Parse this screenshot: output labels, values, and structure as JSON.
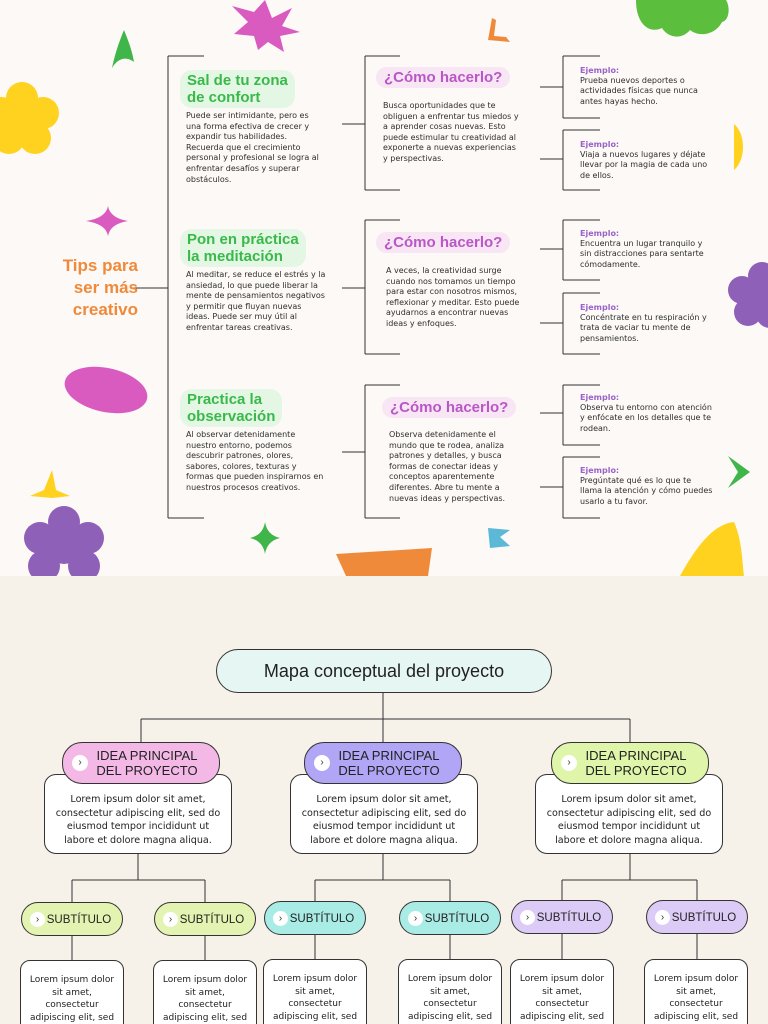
{
  "infographic": {
    "main_title_lines": [
      "Tips para",
      "ser más",
      "creativo"
    ],
    "tips": [
      {
        "heading_lines": [
          "Sal de tu zona",
          "de confort"
        ],
        "text": "Puede ser intimidante, pero es una forma efectiva de crecer y expandir tus habilidades. Recuerda que el crecimiento personal y profesional se logra al enfrentar desafíos y superar obstáculos.",
        "how_label": "¿Cómo hacerlo?",
        "how_text": "Busca oportunidades que te obliguen a enfrentar tus miedos y a aprender cosas nuevas. Esto puede estimular tu creatividad al exponerte a nuevas experiencias y perspectivas.",
        "examples": [
          {
            "label": "Ejemplo:",
            "text": "Prueba nuevos deportes o actividades físicas que nunca antes hayas hecho."
          },
          {
            "label": "Ejemplo:",
            "text": "Viaja a nuevos lugares y déjate llevar por la magia de cada uno de ellos."
          }
        ]
      },
      {
        "heading_lines": [
          "Pon en práctica",
          "la meditación"
        ],
        "text": "Al meditar, se reduce el estrés y la ansiedad, lo que puede liberar la mente de pensamientos negativos y permitir que fluyan nuevas ideas. Puede ser muy útil al enfrentar tareas creativas.",
        "how_label": "¿Cómo hacerlo?",
        "how_text": "A veces, la creatividad surge cuando nos tomamos un tiempo para estar con nosotros mismos, reflexionar y meditar. Esto puede ayudarnos a encontrar nuevas ideas y enfoques.",
        "examples": [
          {
            "label": "Ejemplo:",
            "text": "Encuentra un lugar tranquilo y sin distracciones para sentarte cómodamente."
          },
          {
            "label": "Ejemplo:",
            "text": "Concéntrate en tu respiración y trata de vaciar tu mente de pensamientos."
          }
        ]
      },
      {
        "heading_lines": [
          "Practica la",
          "observación"
        ],
        "text": "Al observar detenidamente nuestro entorno, podemos descubrir patrones, olores, sabores, colores, texturas y formas que pueden inspirarnos en nuestros procesos creativos.",
        "how_label": "¿Cómo hacerlo?",
        "how_text": "Observa detenidamente el mundo que te rodea, analiza patrones y detalles, y busca formas de conectar ideas y conceptos aparentemente diferentes. Abre tu mente a nuevas ideas y perspectivas.",
        "examples": [
          {
            "label": "Ejemplo:",
            "text": "Observa tu entorno con atención y enfócate en los detalles que te rodean."
          },
          {
            "label": "Ejemplo:",
            "text": "Pregúntate qué es lo que te llama la atención y cómo puedes usarlo a tu favor."
          }
        ]
      }
    ]
  },
  "concept_map": {
    "title": "Mapa conceptual del proyecto",
    "ideas": [
      {
        "label_lines": [
          "IDEA PRINCIPAL",
          "DEL PROYECTO"
        ],
        "text": "Lorem ipsum dolor sit amet, consectetur adipiscing elit, sed do eiusmod tempor incididunt ut labore et dolore magna aliqua.",
        "color": "#f4b8e6",
        "subtitles": [
          {
            "label": "SUBTÍTULO",
            "text": "Lorem ipsum dolor sit amet, consectetur adipiscing elit, sed do eiusmod tempor"
          },
          {
            "label": "SUBTÍTULO",
            "text": "Lorem ipsum dolor sit amet, consectetur adipiscing elit, sed do eiusmod tempor"
          }
        ],
        "sub_color": "#e3f4b2"
      },
      {
        "label_lines": [
          "IDEA PRINCIPAL",
          "DEL PROYECTO"
        ],
        "text": "Lorem ipsum dolor sit amet, consectetur adipiscing elit, sed do eiusmod tempor incididunt ut labore et dolore magna aliqua.",
        "color": "#b1a6f5",
        "subtitles": [
          {
            "label": "SUBTÍTULO",
            "text": "Lorem ipsum dolor sit amet, consectetur adipiscing elit, sed do eiusmod tempor"
          },
          {
            "label": "SUBTÍTULO",
            "text": "Lorem ipsum dolor sit amet, consectetur adipiscing elit, sed do eiusmod tempor"
          }
        ],
        "sub_color": "#a9ece6"
      },
      {
        "label_lines": [
          "IDEA PRINCIPAL",
          "DEL PROYECTO"
        ],
        "text": "Lorem ipsum dolor sit amet, consectetur adipiscing elit, sed do eiusmod tempor incididunt ut labore et dolore magna aliqua.",
        "color": "#dff5a9",
        "subtitles": [
          {
            "label": "SUBTÍTULO",
            "text": "Lorem ipsum dolor sit amet, consectetur adipiscing elit, sed do eiusmod tempor"
          },
          {
            "label": "SUBTÍTULO",
            "text": "Lorem ipsum dolor sit amet, consectetur adipiscing elit, sed do eiusmod tempor"
          }
        ],
        "sub_color": "#dccbf6"
      }
    ]
  },
  "colors": {
    "accent_orange": "#f08a3b",
    "tip_green": "#39b94a",
    "how_pink": "#b957c7",
    "example_purple": "#9a63c9"
  }
}
